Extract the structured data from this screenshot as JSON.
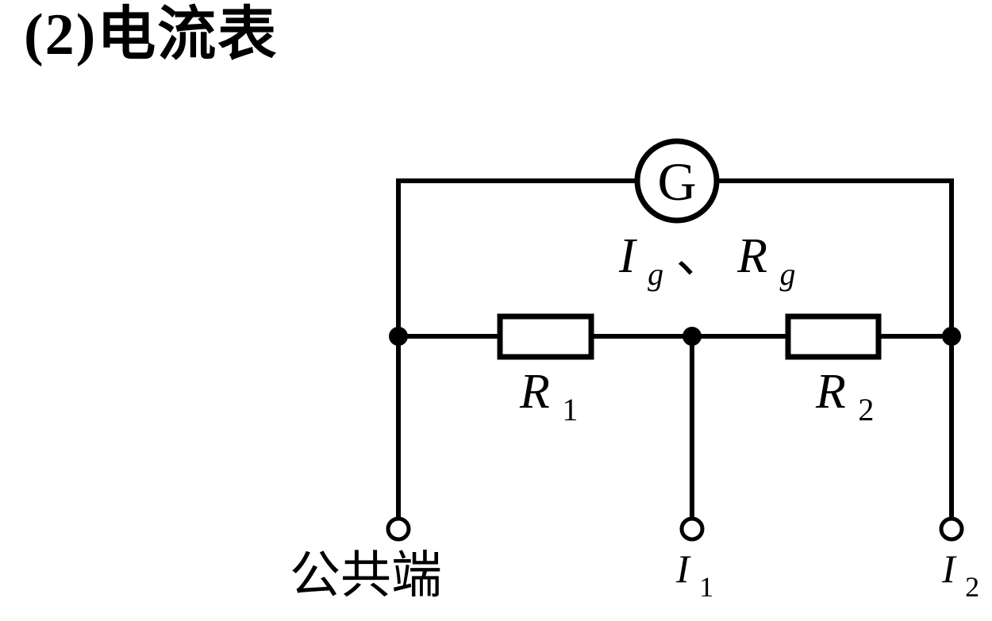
{
  "page": {
    "title": "(2)电流表"
  },
  "circuit": {
    "galvanometer": {
      "symbol": "G",
      "params": {
        "i_main": "I",
        "i_sub": "g",
        "separator": "、",
        "r_main": "R",
        "r_sub": "g"
      }
    },
    "resistors": [
      {
        "main": "R",
        "sub": "1"
      },
      {
        "main": "R",
        "sub": "2"
      }
    ],
    "terminals": {
      "common_label": "公共端",
      "i1": {
        "main": "I",
        "sub": "1"
      },
      "i2": {
        "main": "I",
        "sub": "2"
      }
    },
    "colors": {
      "wire": "#000000",
      "background": "#ffffff"
    }
  }
}
